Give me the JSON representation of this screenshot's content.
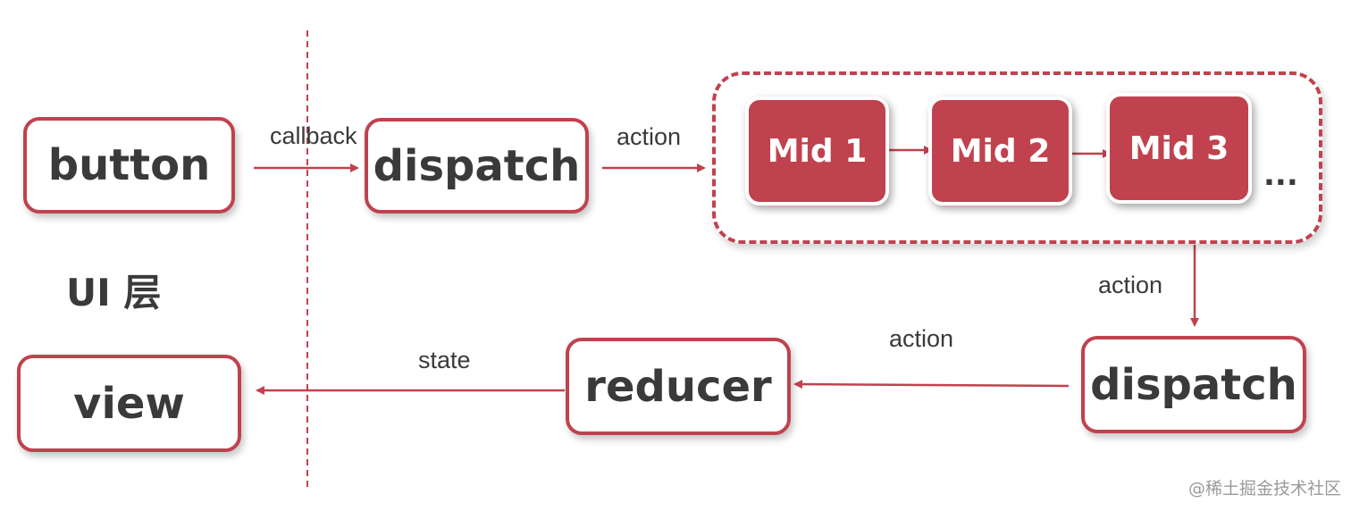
{
  "nodes": {
    "button": "button",
    "dispatch_top": "dispatch",
    "mid1": "Mid 1",
    "mid2": "Mid 2",
    "mid3": "Mid 3",
    "ellipsis": "...",
    "dispatch_bottom": "dispatch",
    "reducer": "reducer",
    "view": "view"
  },
  "edges": {
    "callback": "callback",
    "action_top": "action",
    "action_right": "action",
    "action_bottom": "action",
    "state": "state"
  },
  "layer_label": "UI 层",
  "watermark": "@稀土掘金技术社区",
  "colors": {
    "accent": "#c0424e",
    "text": "#3a3a3a",
    "background": "#ffffff"
  }
}
